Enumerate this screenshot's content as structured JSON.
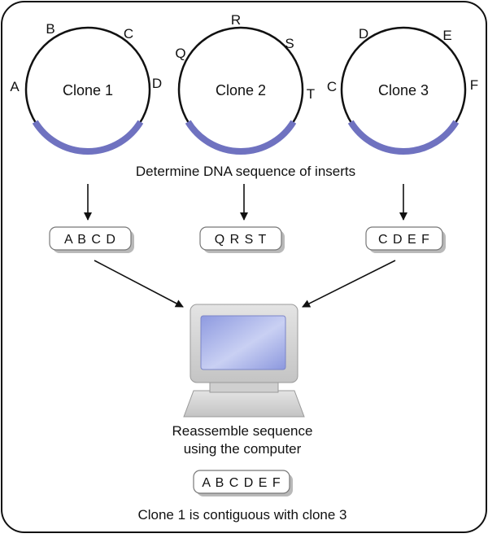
{
  "colors": {
    "insert": "#6f72c0",
    "frame": "#111111",
    "box_shadow": "#b9b9b9",
    "monitor_body": "#d9d9d9",
    "monitor_screen": "#a9b3e8"
  },
  "clones": [
    {
      "title": "Clone 1",
      "sites": [
        "A",
        "B",
        "C",
        "D"
      ]
    },
    {
      "title": "Clone 2",
      "sites": [
        "Q",
        "R",
        "S",
        "T"
      ]
    },
    {
      "title": "Clone 3",
      "sites": [
        "C",
        "D",
        "E",
        "F"
      ]
    }
  ],
  "caption_determine": "Determine DNA sequence of inserts",
  "sequences": [
    "A B C D",
    "Q R S T",
    "C D E F"
  ],
  "caption_reassemble": [
    "Reassemble sequence",
    "using the computer"
  ],
  "assembled": "A B C D E F",
  "conclusion": "Clone 1 is contiguous with clone 3",
  "icons": [
    "plasmid-icon",
    "arrow-down-icon",
    "arrow-diagonal-icon",
    "computer-monitor-icon"
  ]
}
